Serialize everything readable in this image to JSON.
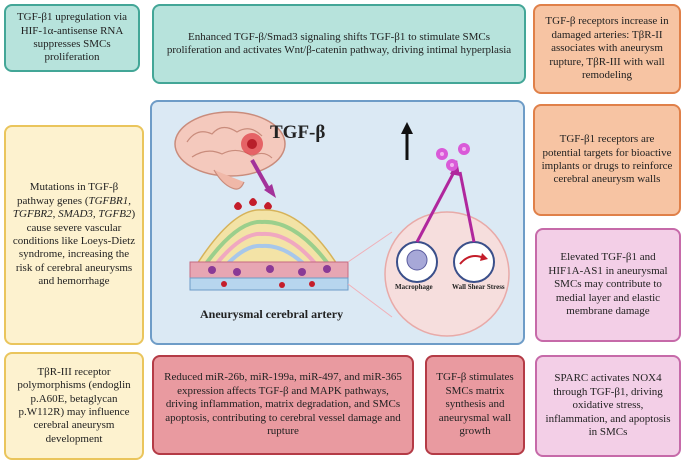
{
  "boxes": {
    "tl": "TGF-β1 upregulation via HIF-1α-antisense RNA suppresses SMCs proliferation",
    "tc": "Enhanced TGF-β/Smad3 signaling shifts TGF-β1 to stimulate SMCs proliferation and activates Wnt/β-catenin pathway, driving intimal hyperplasia",
    "tr": "TGF-β receptors increase in damaged arteries: TβR-II associates with aneurysm rupture, TβR-III with wall remodeling",
    "r2": "TGF-β1 receptors are potential targets for bioactive implants or drugs to reinforce cerebral aneurysm walls",
    "l2_a": "Mutations in TGF-β pathway genes (",
    "l2_genes": "TGFBR1, TGFBR2, SMAD3, TGFB2",
    "l2_b": ") cause severe vascular conditions like Loeys-Dietz syndrome, increasing the risk of cerebral aneurysms and hemorrhage",
    "r3": "Elevated TGF-β1 and HIF1A-AS1 in aneurysmal SMCs may contribute to medial layer and elastic membrane damage",
    "bl": "TβR-III receptor polymorphisms (endoglin p.A60E, betaglycan p.W112R) may influence cerebral aneurysm development",
    "bc": "Reduced miR-26b, miR-199a, miR-497, and miR-365 expression affects TGF-β and MAPK pathways, driving inflammation, matrix degradation, and SMCs apoptosis, contributing to cerebral vessel damage and rupture",
    "bm": "TGF-β stimulates SMCs matrix synthesis and aneurysmal wall growth",
    "br": "SPARC activates NOX4 through TGF-β1, driving oxidative stress, inflammation, and apoptosis in SMCs"
  },
  "center": {
    "tgf_label": "TGF-β",
    "artery_label": "Aneurysmal cerebral artery",
    "macrophage_label": "Macrophage",
    "wss_label": "Wall Shear Stress"
  }
}
